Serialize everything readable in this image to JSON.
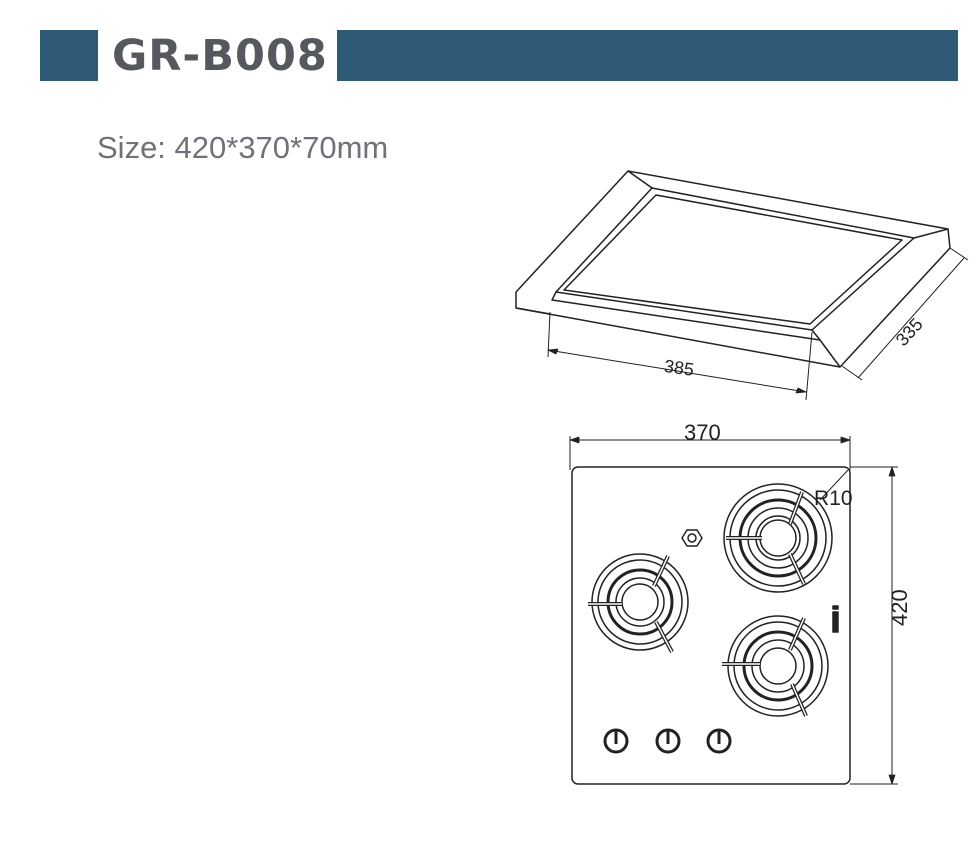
{
  "header": {
    "model": "GR-B008",
    "accent_color": "#2f5a76"
  },
  "size_label": "Size: 420*370*70mm",
  "cutout_drawing": {
    "width_label": "385",
    "depth_label": "335"
  },
  "top_view_drawing": {
    "width_label": "370",
    "height_label": "420",
    "corner_radius_label": "R10",
    "burners": 3,
    "knobs": 3
  }
}
